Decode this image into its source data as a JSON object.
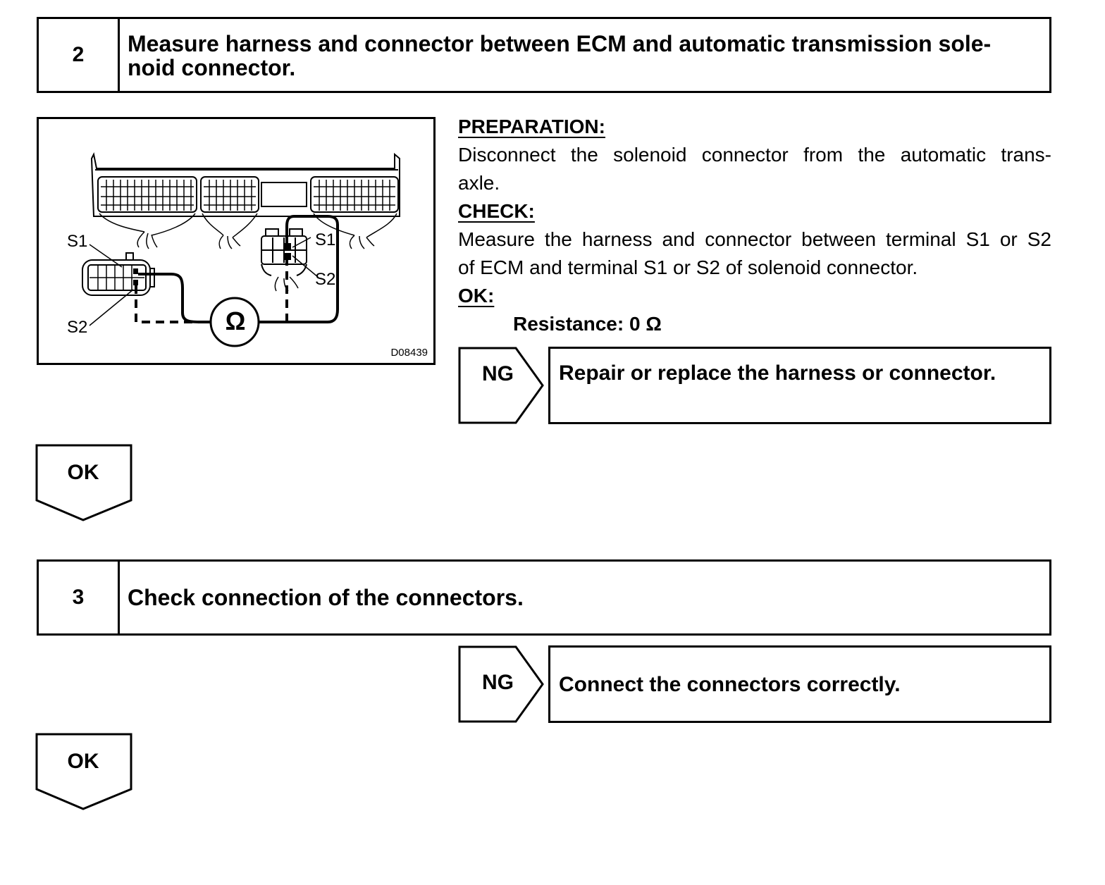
{
  "step2": {
    "number": "2",
    "title_line1": "Measure harness and connector between ECM and automatic transmission sole-",
    "title_line2": "noid connector."
  },
  "diagram": {
    "label_s1_left": "S1",
    "label_s2_left": "S2",
    "label_s1_right": "S1",
    "label_s2_right": "S2",
    "meter_symbol": "Ω",
    "figure_code": "D08439"
  },
  "instructions": {
    "preparation_heading": "PREPARATION:",
    "preparation_line1": "Disconnect the solenoid connector from the automatic trans-",
    "preparation_line2": "axle.",
    "check_heading": "CHECK:",
    "check_line1": "Measure the harness and connector between terminal S1 or S2",
    "check_line2": "of ECM and terminal S1 or S2 of solenoid connector.",
    "ok_heading": "OK:",
    "ok_value": "Resistance: 0 Ω"
  },
  "step2_ng": {
    "label": "NG",
    "action": "Repair or replace the harness or connector."
  },
  "step2_ok": {
    "label": "OK"
  },
  "step3": {
    "number": "3",
    "title": "Check connection of the connectors."
  },
  "step3_ng": {
    "label": "NG",
    "action": "Connect the connectors correctly."
  },
  "step3_ok": {
    "label": "OK"
  }
}
